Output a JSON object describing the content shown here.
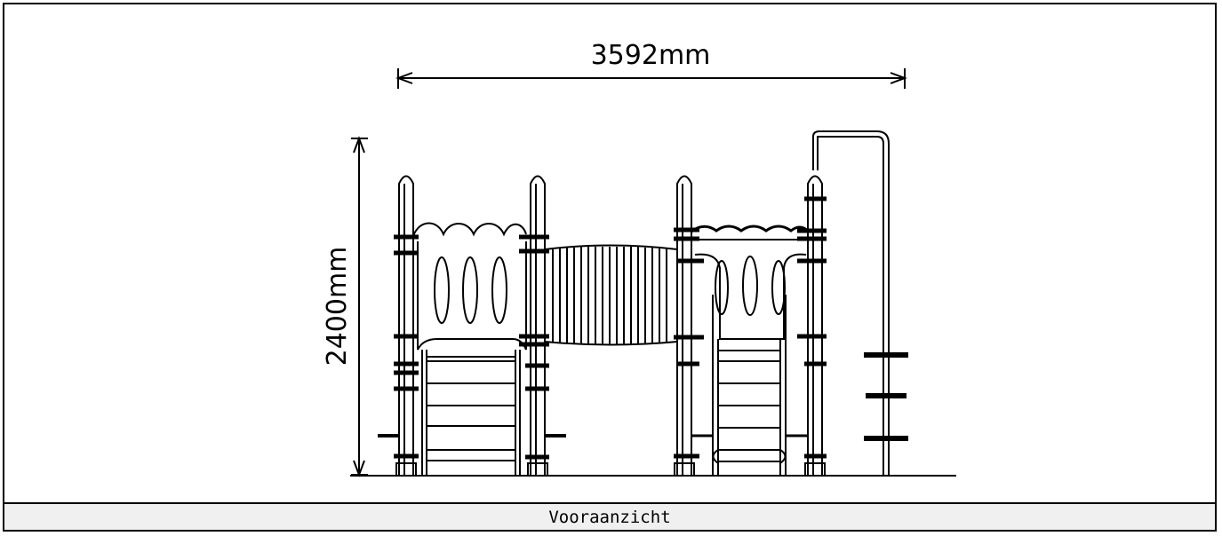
{
  "drawing": {
    "width_dimension": "3592mm",
    "height_dimension": "2400mm"
  },
  "caption": "Vooraanzicht"
}
